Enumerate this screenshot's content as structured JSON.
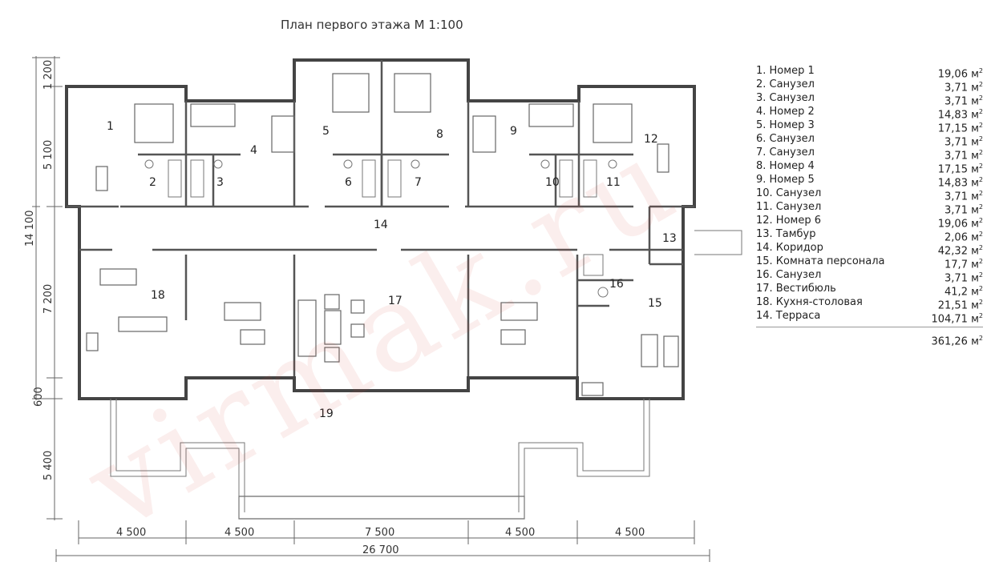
{
  "title": "План первого этажа М 1:100",
  "watermark": "virmak.ru",
  "legend": [
    {
      "label": "1. Номер 1",
      "area": "19,06 м"
    },
    {
      "label": "2. Санузел",
      "area": "3,71 м"
    },
    {
      "label": "3. Санузел",
      "area": "3,71 м"
    },
    {
      "label": "4. Номер 2",
      "area": "14,83 м"
    },
    {
      "label": "5. Номер 3",
      "area": "17,15 м"
    },
    {
      "label": "6. Санузел",
      "area": "3,71 м"
    },
    {
      "label": "7. Санузел",
      "area": "3,71 м"
    },
    {
      "label": "8. Номер 4",
      "area": "17,15 м"
    },
    {
      "label": "9. Номер 5",
      "area": "14,83 м"
    },
    {
      "label": "10. Санузел",
      "area": "3,71 м"
    },
    {
      "label": "11. Санузел",
      "area": "3,71 м"
    },
    {
      "label": "12. Номер 6",
      "area": "19,06 м"
    },
    {
      "label": "13. Тамбур",
      "area": "2,06 м"
    },
    {
      "label": "14. Коридор",
      "area": "42,32 м"
    },
    {
      "label": "15. Комната персонала",
      "area": "17,7 м"
    },
    {
      "label": "16. Санузел",
      "area": "3,71 м"
    },
    {
      "label": "17. Вестибюль",
      "area": "41,2 м"
    },
    {
      "label": "18. Кухня-столовая",
      "area": "21,51 м"
    },
    {
      "label": "14. Терраса",
      "area": "104,71 м"
    }
  ],
  "unit_sup": "2",
  "total": "361,26 м",
  "room_numbers": [
    "1",
    "2",
    "3",
    "4",
    "5",
    "6",
    "7",
    "8",
    "9",
    "10",
    "11",
    "12",
    "13",
    "14",
    "15",
    "16",
    "17",
    "18",
    "19"
  ],
  "dims": {
    "bottom": [
      "4 500",
      "4 500",
      "7 500",
      "4 500",
      "4 500"
    ],
    "overall": "26 700",
    "left": [
      "1 200",
      "5 100",
      "14 100",
      "7 200",
      "600",
      "5 400"
    ]
  }
}
